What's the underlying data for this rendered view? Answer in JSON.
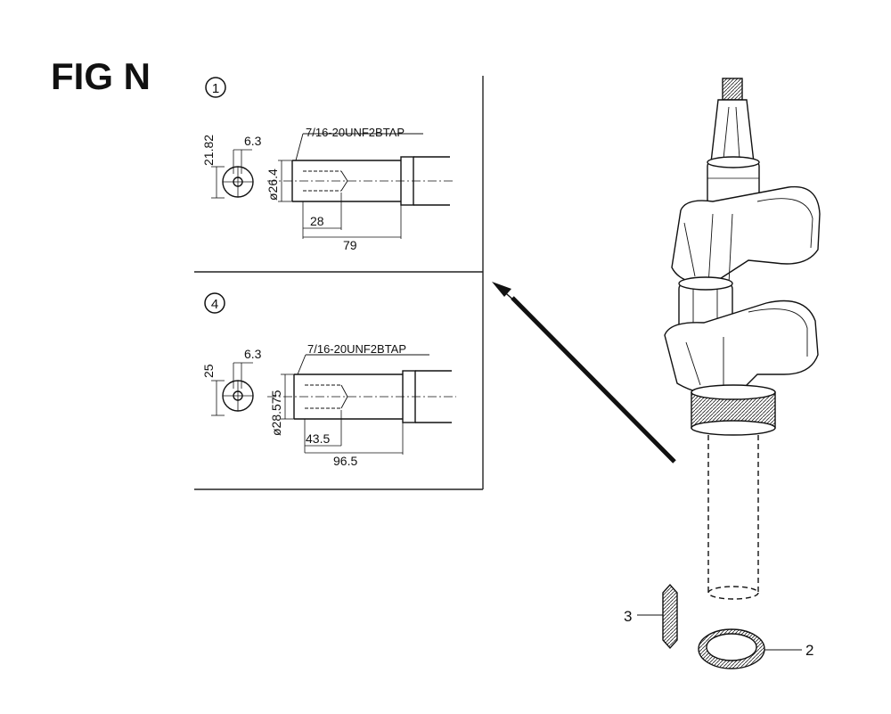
{
  "figure": {
    "title": "FIG N"
  },
  "detail_1": {
    "circle_number": "1",
    "thread_spec": "7/16-20UNF2BTAP",
    "dim_height": "21.82",
    "dim_key": "6.3",
    "dim_diameter": "ø26.4",
    "dim_depth": "28",
    "dim_length": "79"
  },
  "detail_4": {
    "circle_number": "4",
    "thread_spec": "7/16-20UNF2BTAP",
    "dim_height": "25",
    "dim_key": "6.3",
    "dim_diameter": "ø28.575",
    "dim_depth": "43.5",
    "dim_length": "96.5"
  },
  "parts": {
    "key_label": "3",
    "washer_label": "2"
  }
}
